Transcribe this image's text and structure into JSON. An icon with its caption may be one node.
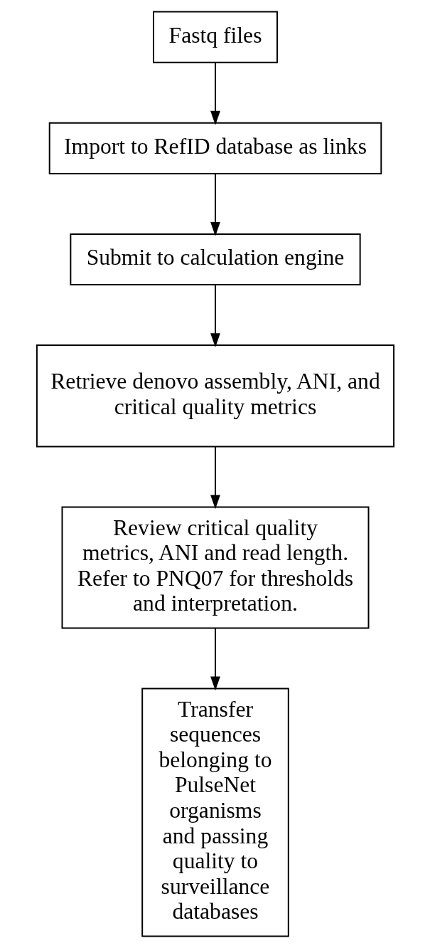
{
  "diagram": {
    "nodes": [
      {
        "text": [
          "Fastq files"
        ]
      },
      {
        "text": [
          "Import to RefID database as links"
        ]
      },
      {
        "text": [
          "Submit to calculation engine"
        ]
      },
      {
        "text": [
          "Retrieve denovo assembly, ANI, and critical quality metrics"
        ]
      },
      {
        "text": [
          "Review critical quality metrics, ANI and read length. Refer to PNQ07 for thresholds and interpretation."
        ]
      },
      {
        "text": [
          "Transfer sequences belonging to PulseNet organisms and passing quality to surveillance databases"
        ]
      }
    ],
    "edges": [
      {
        "from": 0,
        "to": 1,
        "arrow": "to"
      },
      {
        "from": 1,
        "to": 2,
        "arrow": "to"
      },
      {
        "from": 2,
        "to": 3,
        "arrow": "to"
      },
      {
        "from": 3,
        "to": 4,
        "arrow": "to"
      },
      {
        "from": 4,
        "to": 5,
        "arrow": "to"
      }
    ]
  }
}
